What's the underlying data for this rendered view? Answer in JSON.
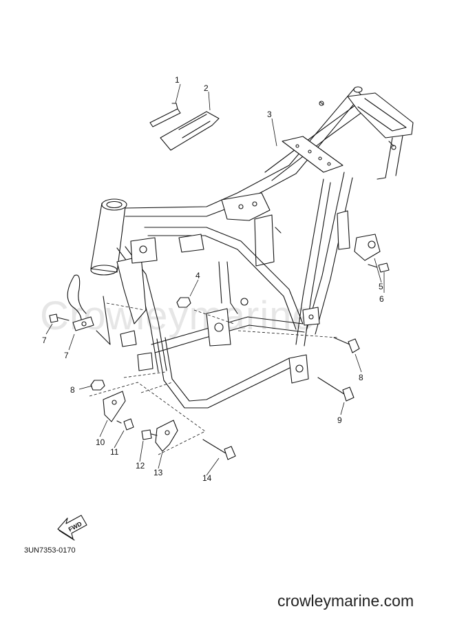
{
  "watermark": "Crowleymarine",
  "diagram_code": "3UN7353-0170",
  "footer_site": "crowleymarine.com",
  "fwd_label": "FWD",
  "callouts": [
    "1",
    "2",
    "3",
    "4",
    "5",
    "6",
    "7",
    "7",
    "8",
    "8",
    "9",
    "10",
    "11",
    "12",
    "13",
    "14"
  ]
}
